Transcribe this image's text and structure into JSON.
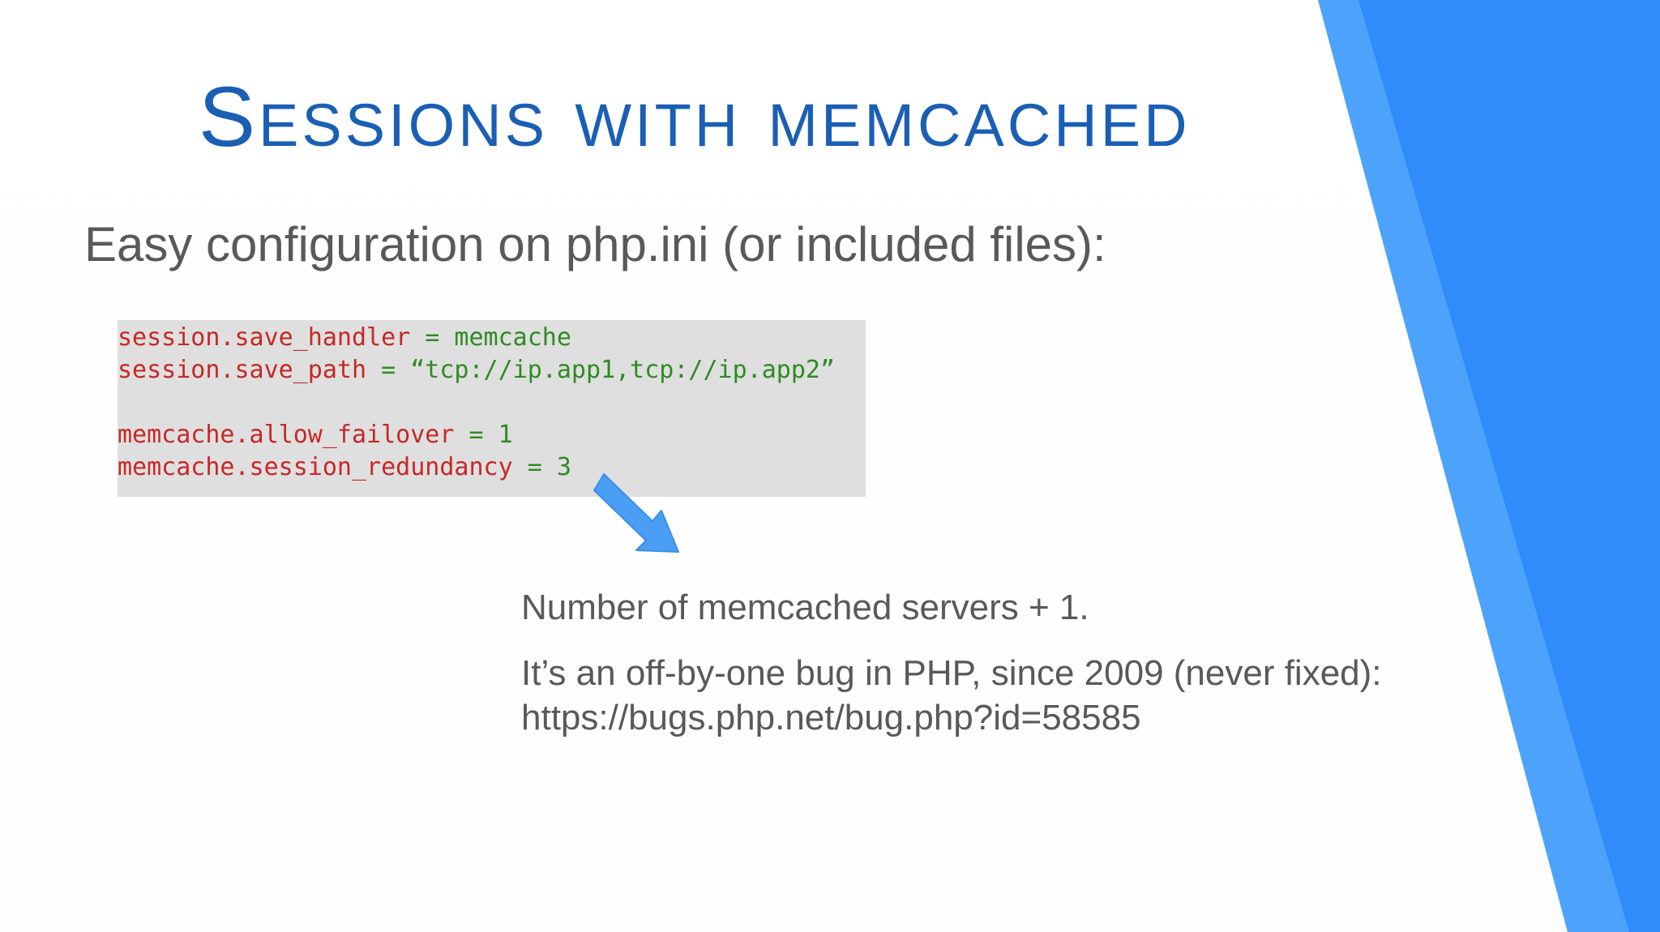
{
  "title": "Sessions with memcached",
  "subtitle": "Easy configuration on php.ini (or included files):",
  "code": {
    "lines": [
      {
        "key": "session.save_handler",
        "op": " = ",
        "value": "memcache"
      },
      {
        "key": "session.save_path",
        "op": " = ",
        "value": "“tcp://ip.app1,tcp://ip.app2”"
      },
      {
        "key": "memcache.allow_failover",
        "op": " = ",
        "value": "1"
      },
      {
        "key": "memcache.session_redundancy",
        "op": " = ",
        "value": "3"
      }
    ]
  },
  "notes": {
    "line1": "Number of memcached servers + 1.",
    "line2": "It’s an off-by-one bug in PHP, since 2009 (never fixed):",
    "link": "https://bugs.php.net/bug.php?id=58585"
  },
  "colors": {
    "title": "#1a5fb4",
    "text": "#595959",
    "code_key": "#c62828",
    "code_value": "#2e8b22",
    "code_bg": "#dfdfdf",
    "accent_light": "#4da3fb",
    "accent_dark": "#2f8cfa",
    "arrow": "#4a9ff5"
  },
  "icons": {
    "arrow": "arrow-down-right-icon"
  }
}
